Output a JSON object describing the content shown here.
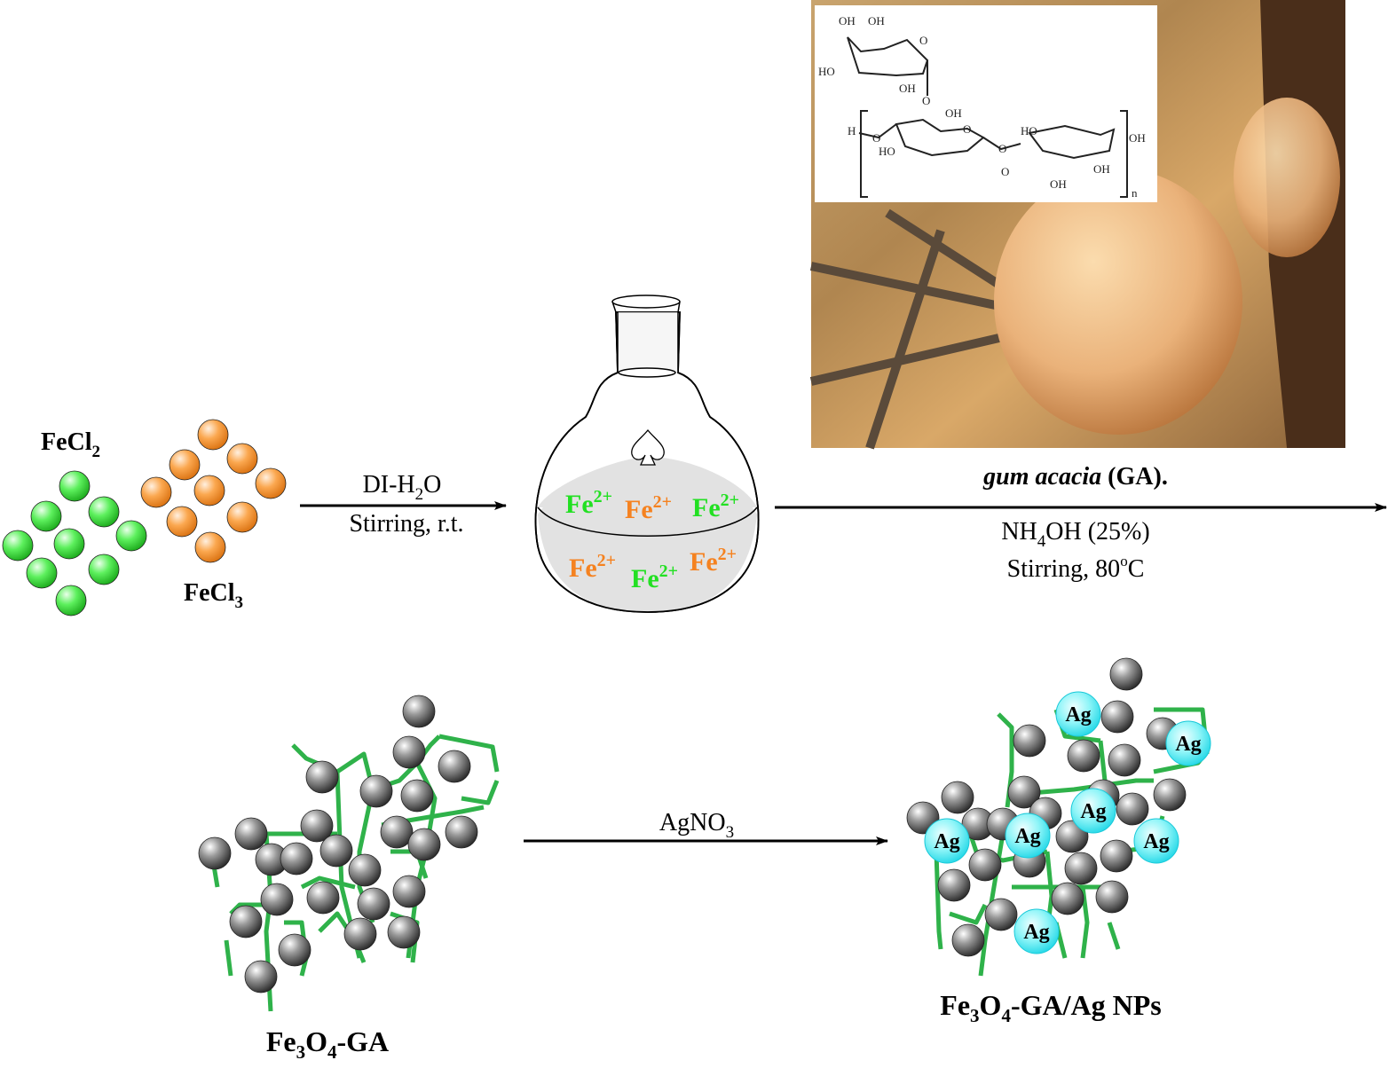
{
  "reagents": {
    "fecl2": {
      "base": "FeCl",
      "sub": "2"
    },
    "fecl3": {
      "base": "FeCl",
      "sub": "3"
    }
  },
  "step1": {
    "line1_pre": "DI-H",
    "line1_sub": "2",
    "line1_post": "O",
    "line2": "Stirring, r.t."
  },
  "flask": {
    "ions": [
      {
        "base": "Fe",
        "sup": "2+",
        "color": "#22e022"
      },
      {
        "base": "Fe",
        "sup": "2+",
        "color": "#f58220"
      },
      {
        "base": "Fe",
        "sup": "2+",
        "color": "#22e022"
      },
      {
        "base": "Fe",
        "sup": "2+",
        "color": "#f58220"
      },
      {
        "base": "Fe",
        "sup": "2+",
        "color": "#22e022"
      },
      {
        "base": "Fe",
        "sup": "2+",
        "color": "#f58220"
      }
    ]
  },
  "photo": {
    "structure_labels": [
      "OH",
      "OH",
      "O",
      "HO",
      "OH",
      "O",
      "OH",
      "O",
      "H",
      "O",
      "HO",
      "O",
      "HO",
      "O",
      "OH",
      "OH",
      "OH",
      "n"
    ]
  },
  "step2": {
    "gum_italic": "gum acacia",
    "gum_rest": " (GA).",
    "line1_pre": "NH",
    "line1_sub": "4",
    "line1_post": "OH (25%)",
    "line2_pre": "Stirring, 80",
    "line2_sup": "o",
    "line2_post": "C"
  },
  "step3": {
    "pre": "AgNO",
    "sub": "3"
  },
  "products": {
    "fe3o4_ga": {
      "p1": "Fe",
      "s1": "3",
      "p2": "O",
      "s2": "4",
      "p3": "-GA"
    },
    "fe3o4_ga_ag": {
      "p1": "Fe",
      "s1": "3",
      "p2": "O",
      "s2": "4",
      "p3": "-GA/Ag NPs"
    },
    "ag_label": "Ag"
  },
  "colors": {
    "fecl2": "#33e033",
    "fecl3": "#f7902a",
    "fe3o4": "#555555",
    "ag": "#33e6f0",
    "polymer": "#2fb24a",
    "liquid": "#e2e2e2"
  }
}
